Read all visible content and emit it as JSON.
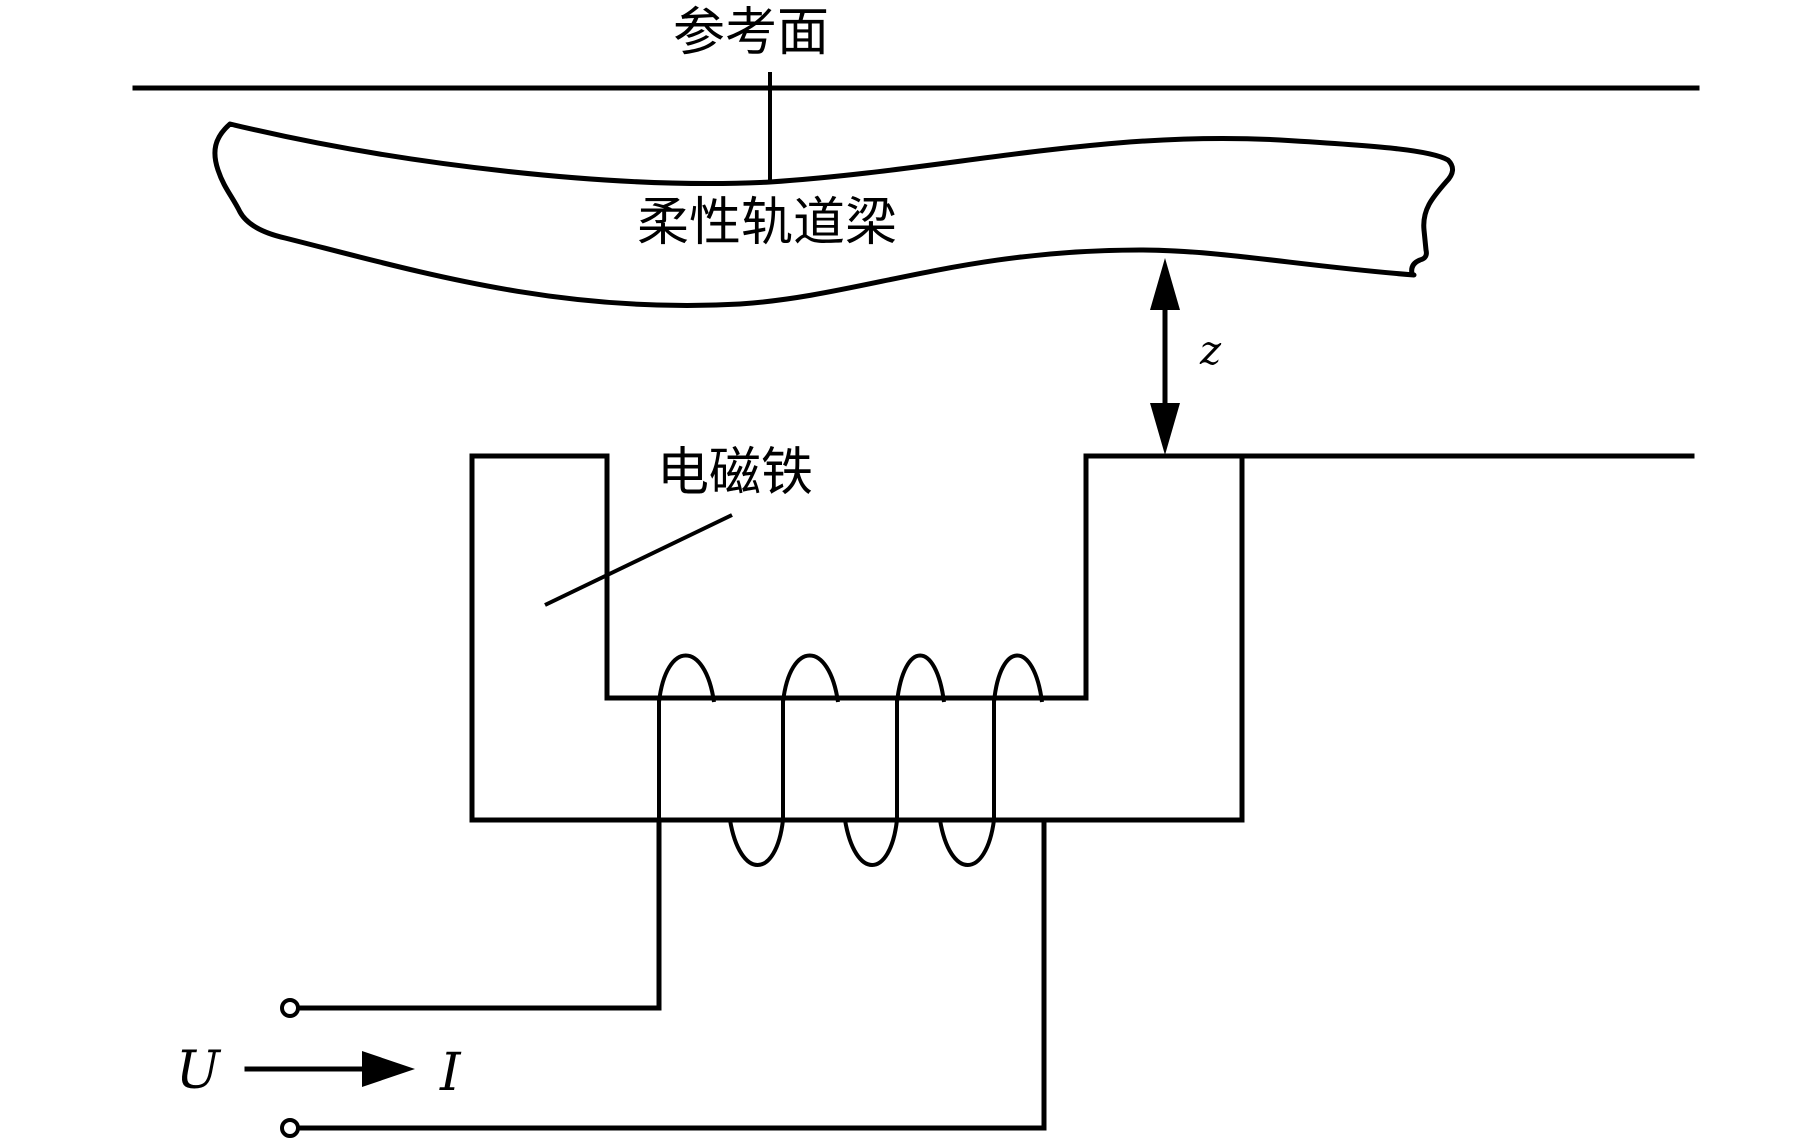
{
  "diagram": {
    "type": "schematic",
    "subject": "single electromagnet suspension over flexible track beam",
    "labels": {
      "reference_plane": "参考面",
      "flexible_track_beam": "柔性轨道梁",
      "electromagnet": "电磁铁",
      "gap": "z",
      "voltage": "U",
      "current": "I"
    },
    "coil_turns": 4,
    "colors": {
      "line": "#000000",
      "background": "#ffffff"
    }
  }
}
